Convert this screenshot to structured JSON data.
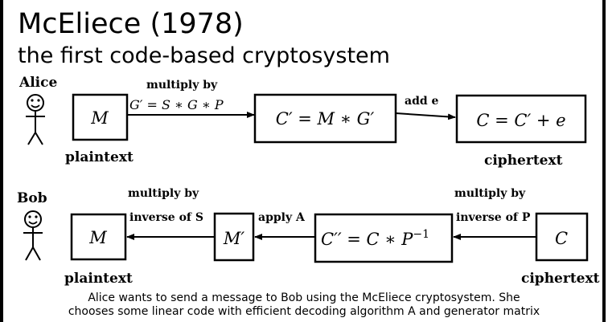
{
  "title": "McEliece (1978)",
  "subtitle": "the first code-based cryptosystem",
  "alice": {
    "name": "Alice",
    "box_m": "M",
    "step1_label": "multiply by",
    "step1_expr": "G′ = S ∗ G ∗ P",
    "box_c_prime": "C′ = M ∗ G′",
    "step2_label": "add e",
    "box_c": "C = C′ + e",
    "plaintext_label": "plaintext",
    "ciphertext_label": "ciphertext"
  },
  "bob": {
    "name": "Bob",
    "box_m": "M",
    "step_s_label": "multiply by",
    "step_s_expr": "inverse of S",
    "box_m_prime": "M′",
    "step_a_label": "apply A",
    "box_c_dprime": "C′′ = C ∗ P",
    "box_c_dprime_sup": "−1",
    "step_p_label": "multiply by",
    "step_p_expr": "inverse of P",
    "box_c": "C",
    "plaintext_label": "plaintext",
    "ciphertext_label": "ciphertext"
  },
  "caption": {
    "line1": "Alice wants to send a message to Bob using the McEliece cryptosystem. She",
    "line2": "chooses some linear code with efficient decoding algorithm A and generator matrix"
  }
}
